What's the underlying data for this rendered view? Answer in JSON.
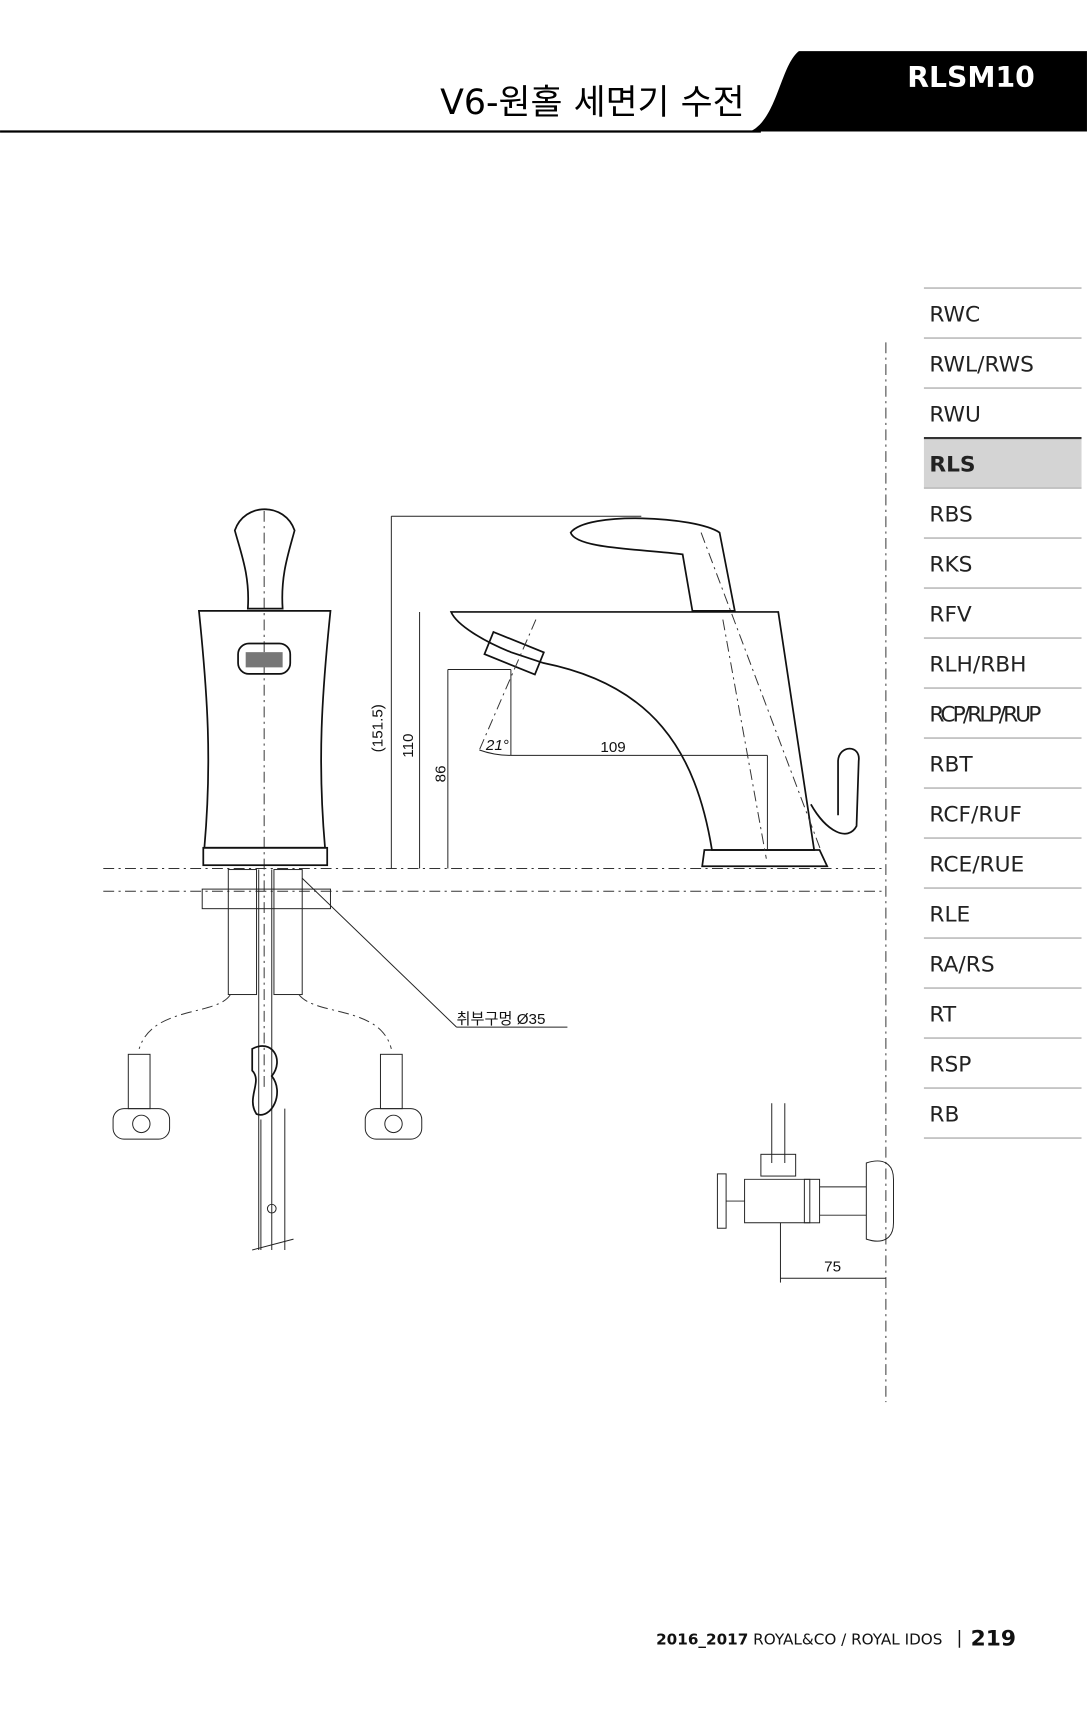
{
  "header": {
    "title": "V6-원홀 세면기 수전",
    "model": "RLSM10"
  },
  "sidebar": {
    "items": [
      {
        "label": "RWC",
        "active": false
      },
      {
        "label": "RWL/RWS",
        "active": false
      },
      {
        "label": "RWU",
        "active": false
      },
      {
        "label": "RLS",
        "active": true
      },
      {
        "label": "RBS",
        "active": false
      },
      {
        "label": "RKS",
        "active": false
      },
      {
        "label": "RFV",
        "active": false
      },
      {
        "label": "RLH/RBH",
        "active": false
      },
      {
        "label": "RCP/RLP/RUP",
        "active": false
      },
      {
        "label": "RBT",
        "active": false
      },
      {
        "label": "RCF/RUF",
        "active": false
      },
      {
        "label": "RCE/RUE",
        "active": false
      },
      {
        "label": "RLE",
        "active": false
      },
      {
        "label": "RA/RS",
        "active": false
      },
      {
        "label": "RT",
        "active": false
      },
      {
        "label": "RSP",
        "active": false
      },
      {
        "label": "RB",
        "active": false
      }
    ],
    "active_color": "#d4d4d4"
  },
  "drawing": {
    "dim_total": "(151.5)",
    "dim_height": "110",
    "dim_spout": "86",
    "dim_angle": "21°",
    "dim_reach": "109",
    "dim_hole": "취부구멍  Ø35",
    "dim_valve": "75"
  },
  "footer": {
    "years": "2016_2017",
    "brand": "ROYAL&CO / ROYAL IDOS",
    "separator": "|",
    "page": "219"
  }
}
